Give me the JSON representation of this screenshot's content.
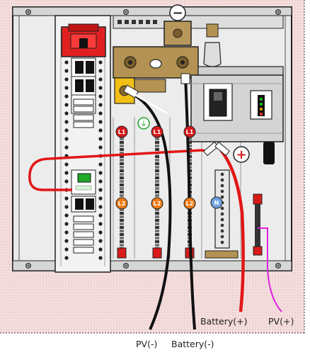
{
  "labels": {
    "pv_neg": "PV(-)",
    "battery_neg": "Battery(-)",
    "battery_pos": "Battery(+)",
    "pv_pos": "PV(+)"
  },
  "badges": {
    "line1": "L1",
    "line2": "L2",
    "neutral": "N"
  },
  "terminals": {
    "negative_symbol": "−",
    "positive_symbol": "+",
    "ground_symbol": "⏚"
  },
  "colors": {
    "panel_bg": "#f3dede",
    "enclosure": "#e6e6e6",
    "busbar_copper": "#b39253",
    "breaker_red": "#e02020",
    "wire_red": "#e21616",
    "wire_black": "#111111",
    "wire_magenta": "#e020e0",
    "badge_red": "#d81a1a",
    "badge_orange": "#ef7a13",
    "badge_blue": "#6fa3e0",
    "ground_green": "#1fa12a",
    "led_green": "#19c819"
  }
}
